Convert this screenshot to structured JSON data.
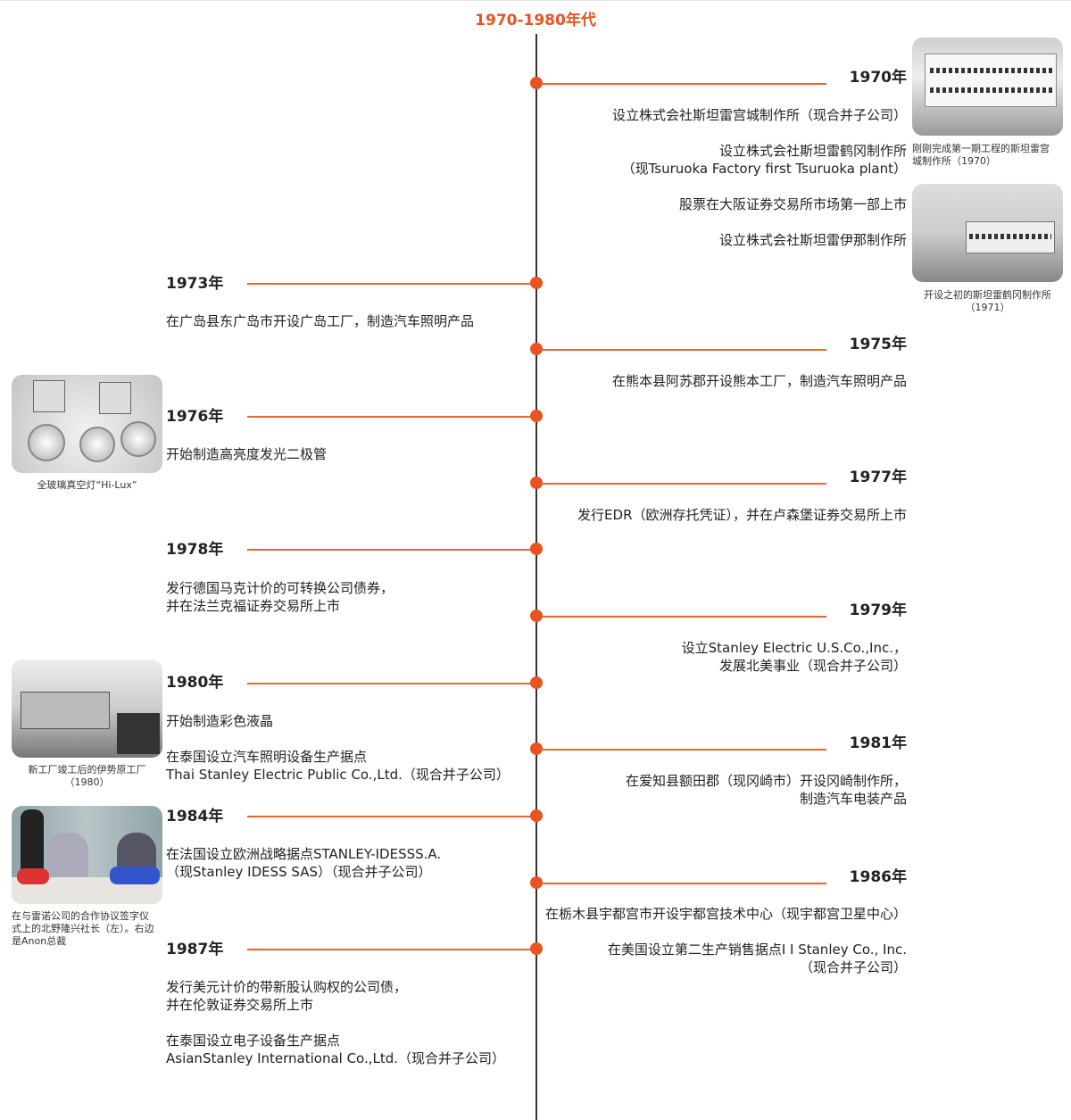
{
  "title": "1970-1980年代",
  "entries": [
    {
      "year": "1970年",
      "items": [
        "设立株式会社斯坦雷宫城制作所（现合并子公司）",
        "设立株式会社斯坦雷鹤冈制作所",
        "（现Tsuruoka Factory first Tsuruoka plant）",
        "股票在大阪证券交易所市场第一部上市",
        "设立株式会社斯坦雷伊那制作所"
      ]
    },
    {
      "year": "1973年",
      "items": [
        "在广岛县东广岛市开设广岛工厂，制造汽车照明产品"
      ]
    },
    {
      "year": "1975年",
      "items": [
        "在熊本县阿苏郡开设熊本工厂，制造汽车照明产品"
      ]
    },
    {
      "year": "1976年",
      "items": [
        "开始制造高亮度发光二极管"
      ]
    },
    {
      "year": "1977年",
      "items": [
        "发行EDR（欧洲存托凭证），并在卢森堡证券交易所上市"
      ]
    },
    {
      "year": "1978年",
      "items": [
        "发行德国马克计价的可转换公司债券，",
        "并在法兰克福证券交易所上市"
      ]
    },
    {
      "year": "1979年",
      "items": [
        "设立Stanley Electric U.S.Co.,Inc.，",
        "发展北美事业（现合并子公司）"
      ]
    },
    {
      "year": "1980年",
      "items": [
        "开始制造彩色液晶",
        "在泰国设立汽车照明设备生产据点",
        "Thai Stanley Electric Public Co.,Ltd.（现合并子公司）"
      ]
    },
    {
      "year": "1981年",
      "items": [
        "在爱知县额田郡（现冈崎市）开设冈崎制作所，",
        "制造汽车电装产品"
      ]
    },
    {
      "year": "1984年",
      "items": [
        "在法国设立欧洲战略据点STANLEY-IDESSS.A.",
        "（现Stanley IDESS SAS）（现合并子公司）"
      ]
    },
    {
      "year": "1986年",
      "items": [
        "在栃木县宇都宫市开设宇都宫技术中心（现宇都宫卫星中心）",
        "在美国设立第二生产销售据点I I Stanley Co., Inc.",
        "（现合并子公司）"
      ]
    },
    {
      "year": "1987年",
      "items": [
        "发行美元计价的带新股认购权的公司债，",
        "并在伦敦证券交易所上市",
        "在泰国设立电子设备生产据点",
        "AsianStanley International Co.,Ltd.（现合并子公司）"
      ]
    }
  ],
  "captions": {
    "miyagi": [
      "刚刚完成第一期工程的斯坦雷宫",
      "城制作所（1970）"
    ],
    "tsuruoka": [
      "开设之初的斯坦雷鹤冈制作所",
      "（1971）"
    ],
    "hilux": [
      "全玻璃真空灯“Hi-Lux”"
    ],
    "isehara": [
      "新工厂竣工后的伊势原工厂",
      "（1980）"
    ],
    "renault": [
      "在与雷诺公司的合作协议签字仪",
      "式上的北野隆兴社长（左）。右边",
      "是Anon总裁"
    ]
  },
  "colors": {
    "accent": "#e8531f"
  }
}
